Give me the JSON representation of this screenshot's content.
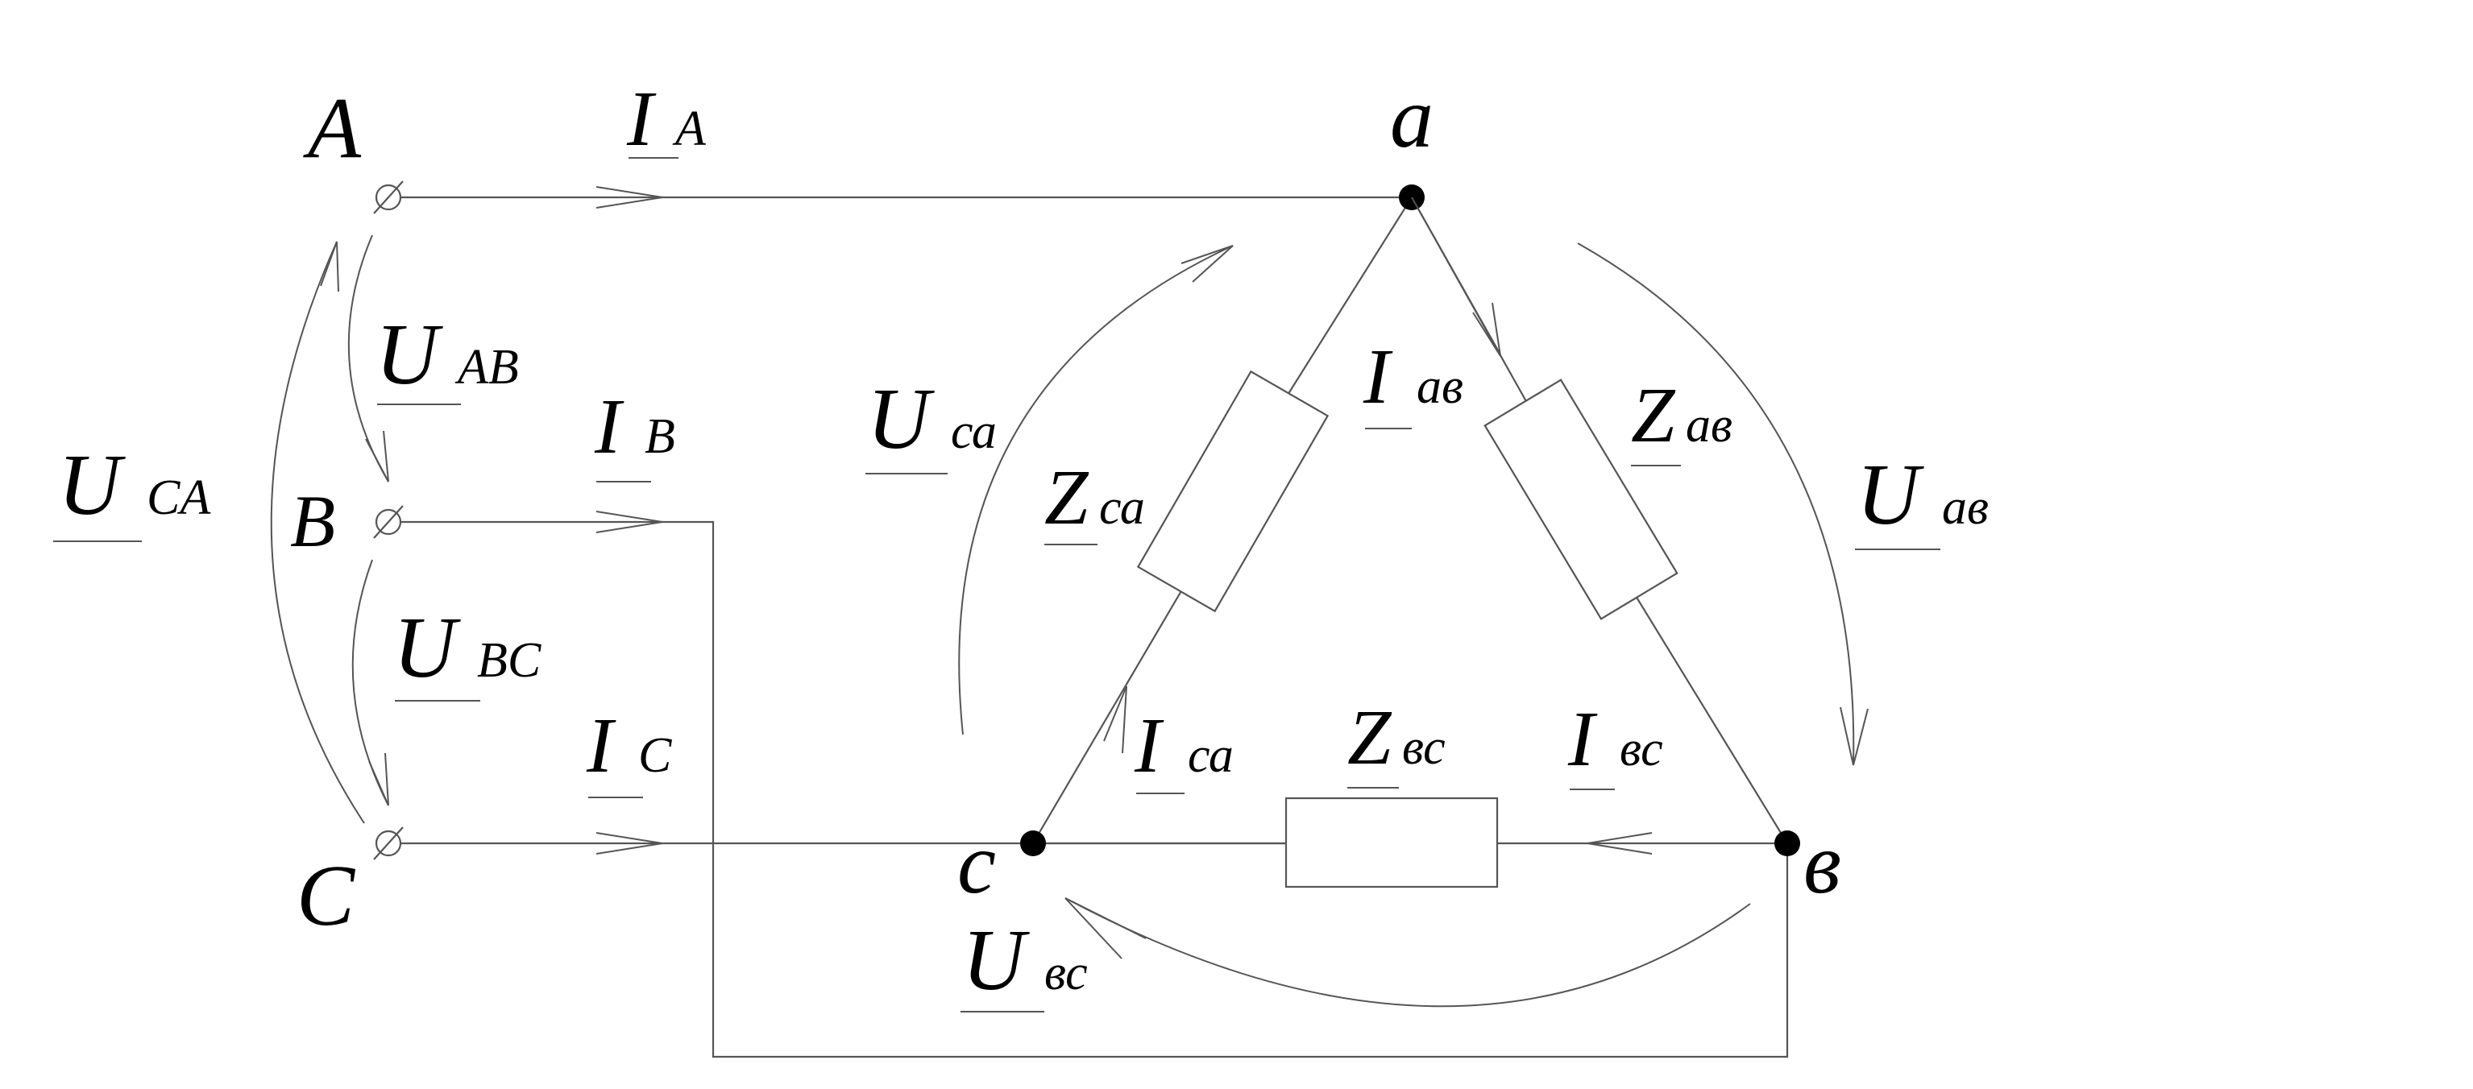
{
  "terminals": {
    "A": "A",
    "B": "B",
    "C": "C"
  },
  "nodes": {
    "a": "a",
    "b": "в",
    "c": "c"
  },
  "line_currents": [
    {
      "main": "I",
      "sub": "A"
    },
    {
      "main": "I",
      "sub": "B"
    },
    {
      "main": "I",
      "sub": "C"
    }
  ],
  "line_voltages": [
    {
      "main": "U",
      "sub": "AB"
    },
    {
      "main": "U",
      "sub": "BC"
    },
    {
      "main": "U",
      "sub": "CA"
    }
  ],
  "phase_currents": [
    {
      "main": "I",
      "sub": "ав"
    },
    {
      "main": "I",
      "sub": "вс"
    },
    {
      "main": "I",
      "sub": "са"
    }
  ],
  "phase_voltages": [
    {
      "main": "U",
      "sub": "ав"
    },
    {
      "main": "U",
      "sub": "вс"
    },
    {
      "main": "U",
      "sub": "са"
    }
  ],
  "impedances": [
    {
      "main": "Z",
      "sub": "ав"
    },
    {
      "main": "Z",
      "sub": "вс"
    },
    {
      "main": "Z",
      "sub": "са"
    }
  ]
}
